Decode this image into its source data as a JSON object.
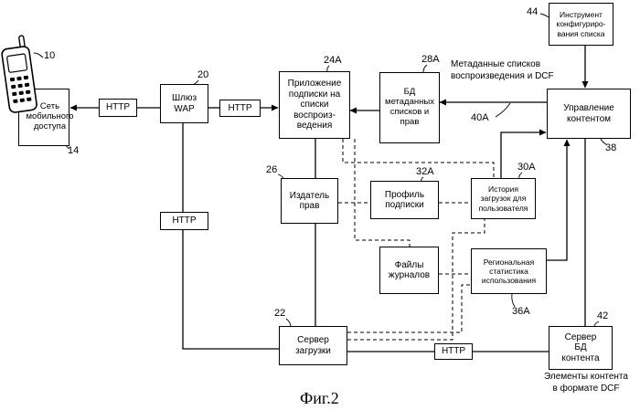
{
  "figure": {
    "caption": "Фиг.2"
  },
  "nodes": {
    "phone": {
      "ref": "10"
    },
    "mobile_network": {
      "label": "Сеть\nмобильного\nдоступа",
      "ref": "14"
    },
    "http_mobile_wap": {
      "label": "HTTP"
    },
    "wap_gateway": {
      "label": "Шлюз\nWAP",
      "ref": "20"
    },
    "http_wap_subscription": {
      "label": "HTTP"
    },
    "subscription_app": {
      "label": "Приложение\nподписки на\nсписки\nвоспроиз-\nведения",
      "ref": "24A"
    },
    "metadata_db": {
      "label": "БД\nметаданных\nсписков и\nправ",
      "ref": "28A"
    },
    "config_tool": {
      "label": "Инструмент\nконфигуриро-\nвания списка",
      "ref": "44"
    },
    "content_management": {
      "label": "Управление\nконтентом",
      "ref": "38"
    },
    "rights_issuer": {
      "label": "Издатель\nправ",
      "ref": "26"
    },
    "subscription_profile": {
      "label": "Профиль\nподписки",
      "ref": "32A"
    },
    "download_history": {
      "label": "История\nзагрузок для\nпользователя",
      "ref": "30A"
    },
    "http_left": {
      "label": "HTTP"
    },
    "log_files": {
      "label": "Файлы\nжурналов"
    },
    "regional_stats": {
      "label": "Региональная\nстатистика\nиспользования",
      "ref": "36A"
    },
    "download_server": {
      "label": "Сервер\nзагрузки",
      "ref": "22"
    },
    "http_bottom": {
      "label": "HTTP"
    },
    "content_db_server": {
      "label": "Сервер\nБД\nконтента",
      "ref": "42"
    }
  },
  "annotations": {
    "metadata_flow": {
      "label": "Метаданные списков\nвоспроизведения и DCF",
      "ref": "40A"
    },
    "dcf_items": {
      "label": "Элементы контента\nв формате DCF"
    }
  }
}
